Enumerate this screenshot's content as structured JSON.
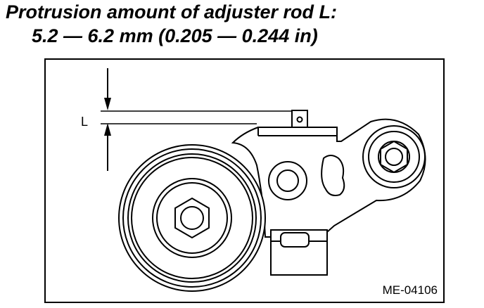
{
  "heading": {
    "line1": "Protrusion amount of adjuster rod L:",
    "line2": "5.2 — 6.2 mm (0.205 — 0.244 in)"
  },
  "figure": {
    "dimension_label": "L",
    "figure_code": "ME-04106"
  }
}
